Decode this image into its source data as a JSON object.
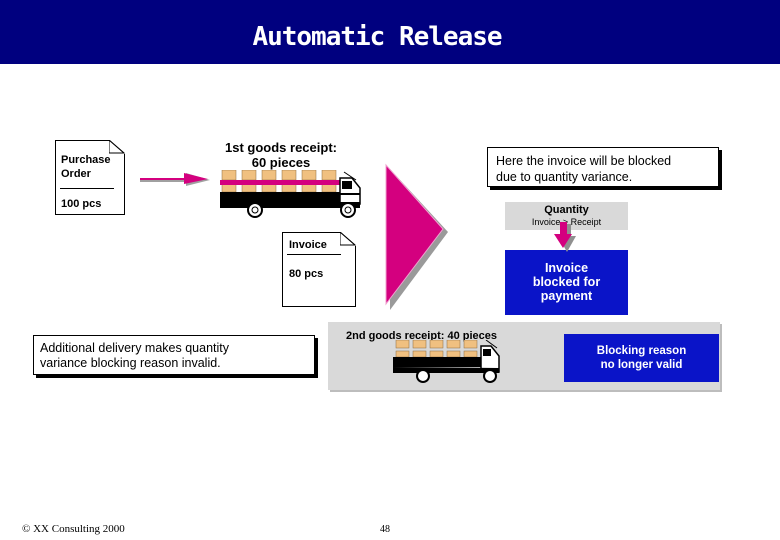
{
  "header": {
    "title": "Automatic Release"
  },
  "purchase_order": {
    "label_line1": "Purchase",
    "label_line2": "Order",
    "quantity": "100 pcs"
  },
  "goods_receipt_1": {
    "line1": "1st goods receipt:",
    "line2": "60 pieces"
  },
  "note_blocked": {
    "line1": "Here the invoice will be blocked",
    "line2": "due to quantity variance."
  },
  "quantity_check": {
    "title": "Quantity",
    "condition": "Invoice > Receipt"
  },
  "blocked_box": {
    "line1": "Invoice",
    "line2": "blocked for",
    "line3": "payment"
  },
  "invoice": {
    "label": "Invoice",
    "quantity": "80 pcs"
  },
  "note_additional": {
    "line1": "Additional delivery makes quantity",
    "line2": "variance blocking reason invalid."
  },
  "goods_receipt_2": {
    "label": "2nd goods receipt: 40 pieces"
  },
  "reason_box": {
    "line1": "Blocking reason",
    "line2": "no longer valid"
  },
  "footer": {
    "copyright": "© XX  Consulting 2000",
    "page_number": "48"
  },
  "colors": {
    "header_bg": "#00007f",
    "accent_magenta": "#d4007f",
    "box_blue": "#0a14c8",
    "panel_gray": "#d9d9d9",
    "crate": "#f0c080"
  }
}
